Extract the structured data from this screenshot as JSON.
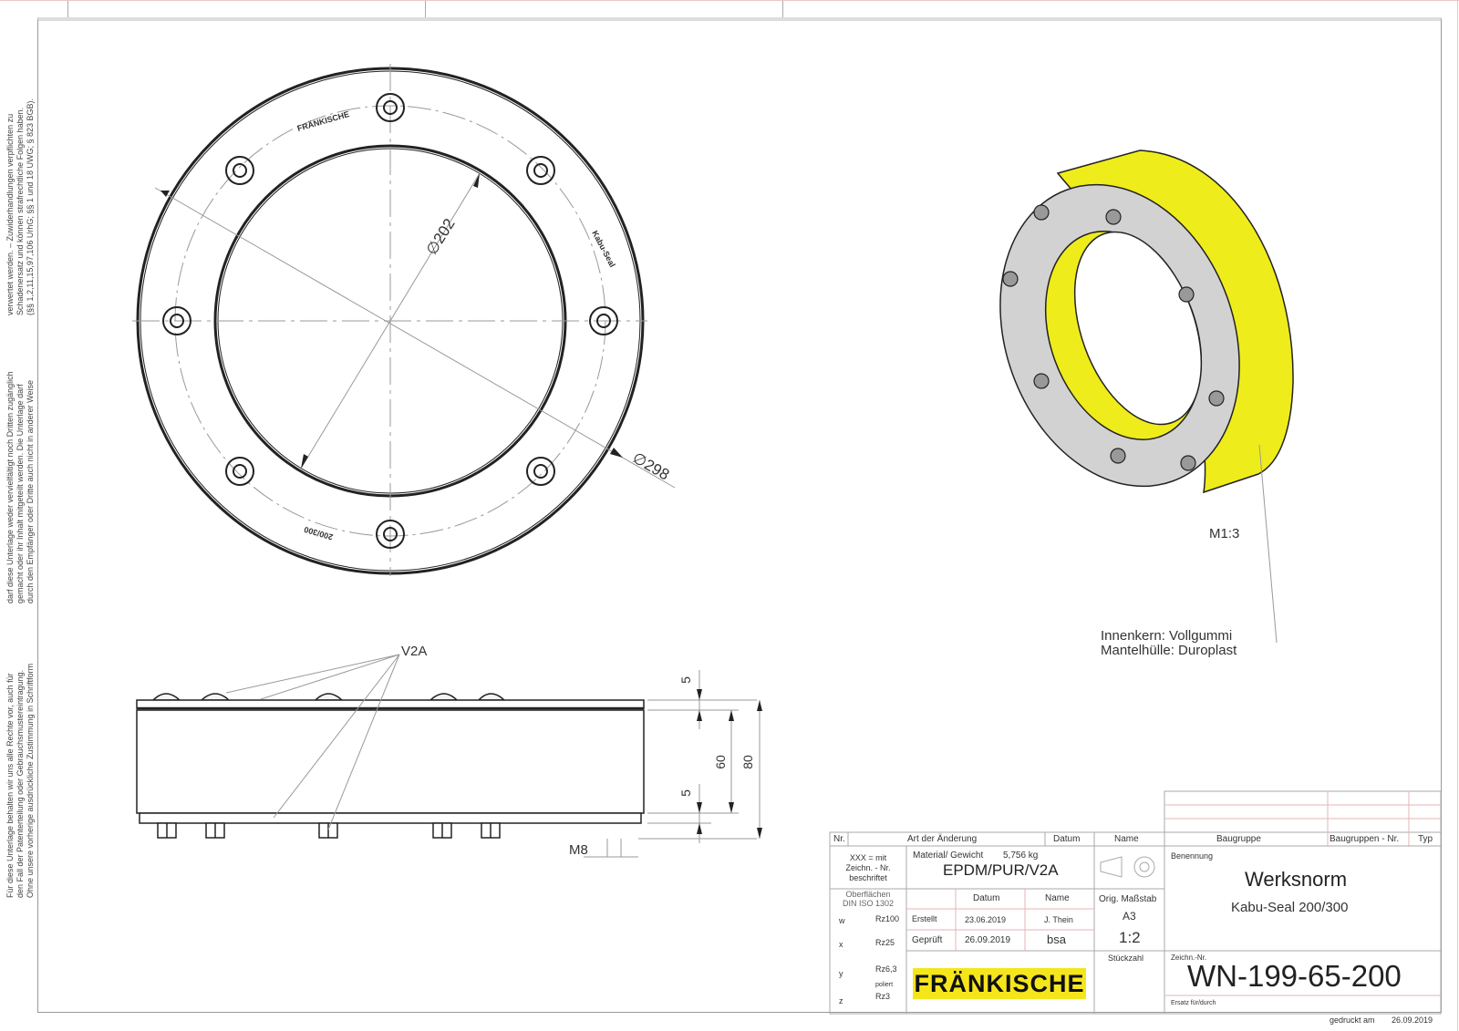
{
  "sheet": {
    "format": "A3",
    "printed_label": "gedruckt am",
    "printed_date": "26.09.2019"
  },
  "legal_notice": {
    "block1": [
      "verwertet werden. – Zuwiderhandlungen verpflichten zu",
      "Schadenersatz und können strafrechtliche Folgen haben.",
      "(§§ 1,2,11,15,97,106 UrhG; §§ 1 und 18 UWG; § 823 BGB)."
    ],
    "block2": [
      "darf diese Unterlage weder vervielfältigt noch Dritten zugänglich",
      "gemacht oder ihr Inhalt mitgeteilt werden. Die Unterlage darf",
      "durch den Empfänger oder Dritte auch nicht in anderer Weise"
    ],
    "block3": [
      "Für diese Unterlage behalten wir uns alle Rechte vor, auch für",
      "den Fall der Patenterteilung oder Gebrauchsmustereintragung.",
      "Ohne unsere vorherige ausdrückliche Zustimmung in Schriftform"
    ]
  },
  "top_view": {
    "ring_label_top": "FRÄNKISCHE",
    "ring_label_right": "Kabu-Seal",
    "ring_label_bottom": "200/300",
    "dim_inner": "∅202",
    "dim_outer": "∅298",
    "bolt_count": 8
  },
  "side_view": {
    "material_callout": "V2A",
    "dim_top_plate": "5",
    "dim_bottom_plate": "5",
    "dim_core": "60",
    "dim_total": "80",
    "thread": "M8"
  },
  "iso_view": {
    "scale": "M1:3",
    "note_line1": "Innenkern: Vollgummi",
    "note_line2": "Mantelhülle: Duroplast",
    "colors": {
      "shell": "#f2ee1a",
      "plate": "#cfcfcf"
    }
  },
  "title_block": {
    "revision_header": {
      "nr": "Nr.",
      "change": "Art der Änderung",
      "date": "Datum",
      "name": "Name"
    },
    "xxx_note": [
      "XXX = mit",
      "Zeichn. - Nr.",
      "beschriftet"
    ],
    "material_label": "Material/ Gewicht",
    "weight": "5,756 kg",
    "material": "EPDM/PUR/V2A",
    "surface_label": [
      "Oberflächen",
      "DIN  ISO  1302"
    ],
    "surface_symbols": [
      {
        "letter": "w",
        "value": "Rz100"
      },
      {
        "letter": "x",
        "value": "Rz25"
      },
      {
        "letter": "y",
        "value": "Rz6,3"
      },
      {
        "letter": "z",
        "value": "Rz3",
        "note": "poliert"
      }
    ],
    "approval_header": {
      "date": "Datum",
      "name": "Name"
    },
    "created": {
      "label": "Erstellt",
      "date": "23.06.2019",
      "name": "J. Thein"
    },
    "checked": {
      "label": "Geprüft",
      "date": "26.09.2019",
      "name": "bsa"
    },
    "brand": "FRÄNKISCHE",
    "scale_label": "Orig. Maßstab",
    "format": "A3",
    "scale": "1:2",
    "quantity_label": "Stückzahl",
    "assembly_label": "Baugruppe",
    "assembly_no_label": "Baugruppen - Nr.",
    "type_label": "Typ",
    "designation_label": "Benennung",
    "title": "Werksnorm",
    "subtitle": "Kabu-Seal 200/300",
    "drawing_no_label": "Zeichn.-Nr.",
    "drawing_no": "WN-199-65-200",
    "replacement_label": "Ersatz für/durch"
  }
}
